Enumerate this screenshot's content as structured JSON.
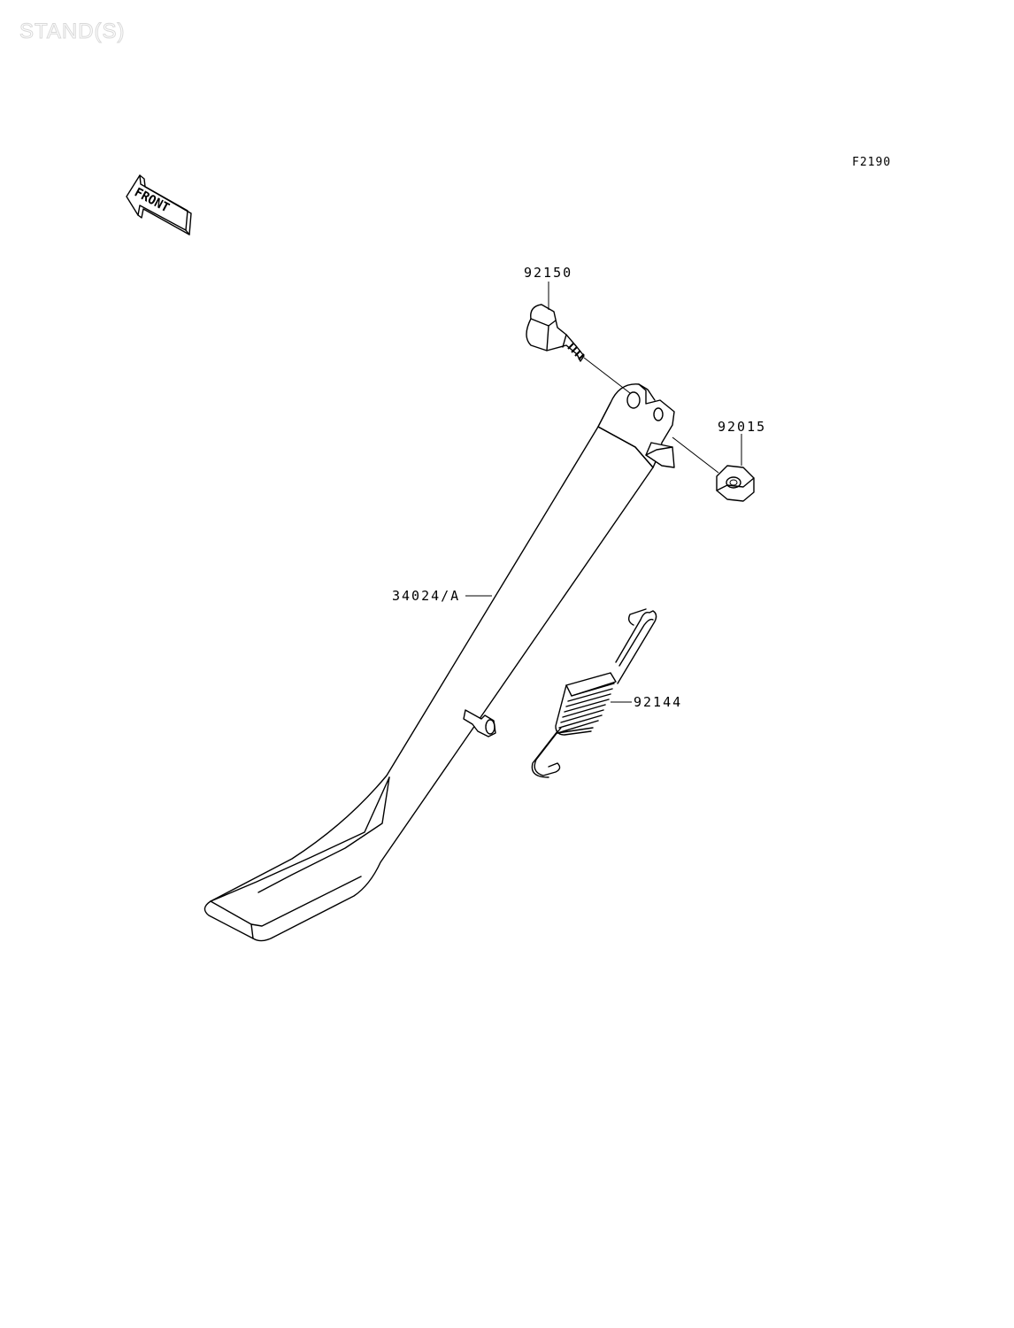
{
  "header": {
    "title": "STAND(S)",
    "figure_code": "F2190"
  },
  "orientation": {
    "front_label": "FRONT"
  },
  "parts": [
    {
      "id": "bolt",
      "number": "92150"
    },
    {
      "id": "nut",
      "number": "92015"
    },
    {
      "id": "side-stand",
      "number": "34024/A"
    },
    {
      "id": "spring",
      "number": "92144"
    }
  ]
}
